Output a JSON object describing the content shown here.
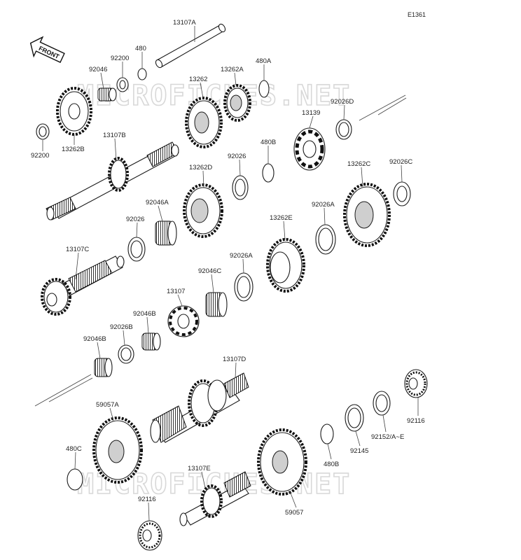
{
  "diagram_code": "E1361",
  "front_label": "FRONT",
  "watermark_text": "MICROFICHES.NET",
  "labels": {
    "l_13107A": "13107A",
    "l_480_top": "480",
    "l_92200_top": "92200",
    "l_92046_top": "92046",
    "l_13262": "13262",
    "l_13262A": "13262A",
    "l_480A": "480A",
    "l_13139": "13139",
    "l_92026D": "92026D",
    "l_92200_left": "92200",
    "l_13262B": "13262B",
    "l_13107B": "13107B",
    "l_480B_mid": "480B",
    "l_92026_mid": "92026",
    "l_13262D": "13262D",
    "l_13262C": "13262C",
    "l_92026C": "92026C",
    "l_92046A": "92046A",
    "l_92026_left": "92026",
    "l_13262E": "13262E",
    "l_92026A_right": "92026A",
    "l_13107C": "13107C",
    "l_92026A_mid": "92026A",
    "l_92046C": "92046C",
    "l_13107": "13107",
    "l_92046B_mid": "92046B",
    "l_92026B": "92026B",
    "l_92046B_left": "92046B",
    "l_13107D": "13107D",
    "l_59057A": "59057A",
    "l_480C": "480C",
    "l_92116_right": "92116",
    "l_92152": "92152/A~E",
    "l_92145": "92145",
    "l_480B_low": "480B",
    "l_59057": "59057",
    "l_13107E": "13107E",
    "l_92116_low": "92116"
  }
}
